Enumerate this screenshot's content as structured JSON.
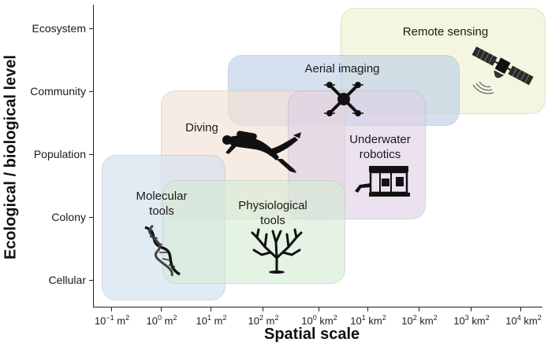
{
  "axes": {
    "x_title": "Spatial scale",
    "y_title": "Ecological / biological level",
    "x_ticks": [
      {
        "base": "10",
        "exp": "−1",
        "unit": " m",
        "unit_exp": "2"
      },
      {
        "base": "10",
        "exp": "0",
        "unit": " m",
        "unit_exp": "2"
      },
      {
        "base": "10",
        "exp": "1",
        "unit": " m",
        "unit_exp": "2"
      },
      {
        "base": "10",
        "exp": "2",
        "unit": " m",
        "unit_exp": "2"
      },
      {
        "base": "10",
        "exp": "0",
        "unit": " km",
        "unit_exp": "2"
      },
      {
        "base": "10",
        "exp": "1",
        "unit": " km",
        "unit_exp": "2"
      },
      {
        "base": "10",
        "exp": "2",
        "unit": " km",
        "unit_exp": "2"
      },
      {
        "base": "10",
        "exp": "3",
        "unit": " km",
        "unit_exp": "2"
      },
      {
        "base": "10",
        "exp": "4",
        "unit": " km",
        "unit_exp": "2"
      }
    ],
    "y_ticks": [
      "Cellular",
      "Colony",
      "Population",
      "Community",
      "Ecosystem"
    ]
  },
  "regions": [
    {
      "id": "remote-sensing",
      "label_lines": [
        "Remote sensing"
      ],
      "color": "#eef1cf",
      "icon": "satellite-icon"
    },
    {
      "id": "aerial-imaging",
      "label_lines": [
        "Aerial imaging"
      ],
      "color": "#bdd0e8",
      "icon": "drone-icon"
    },
    {
      "id": "diving",
      "label_lines": [
        "Diving"
      ],
      "color": "#f3e2d2",
      "icon": "diver-icon"
    },
    {
      "id": "underwater-robotics",
      "label_lines": [
        "Underwater",
        "robotics"
      ],
      "color": "#dfd0e6",
      "icon": "rov-icon"
    },
    {
      "id": "molecular-tools",
      "label_lines": [
        "Molecular",
        "tools"
      ],
      "color": "#cfe0ee",
      "icon": "dna-icon"
    },
    {
      "id": "physiological-tools",
      "label_lines": [
        "Physiological",
        "tools"
      ],
      "color": "#d6ecd6",
      "icon": "coral-icon"
    }
  ]
}
